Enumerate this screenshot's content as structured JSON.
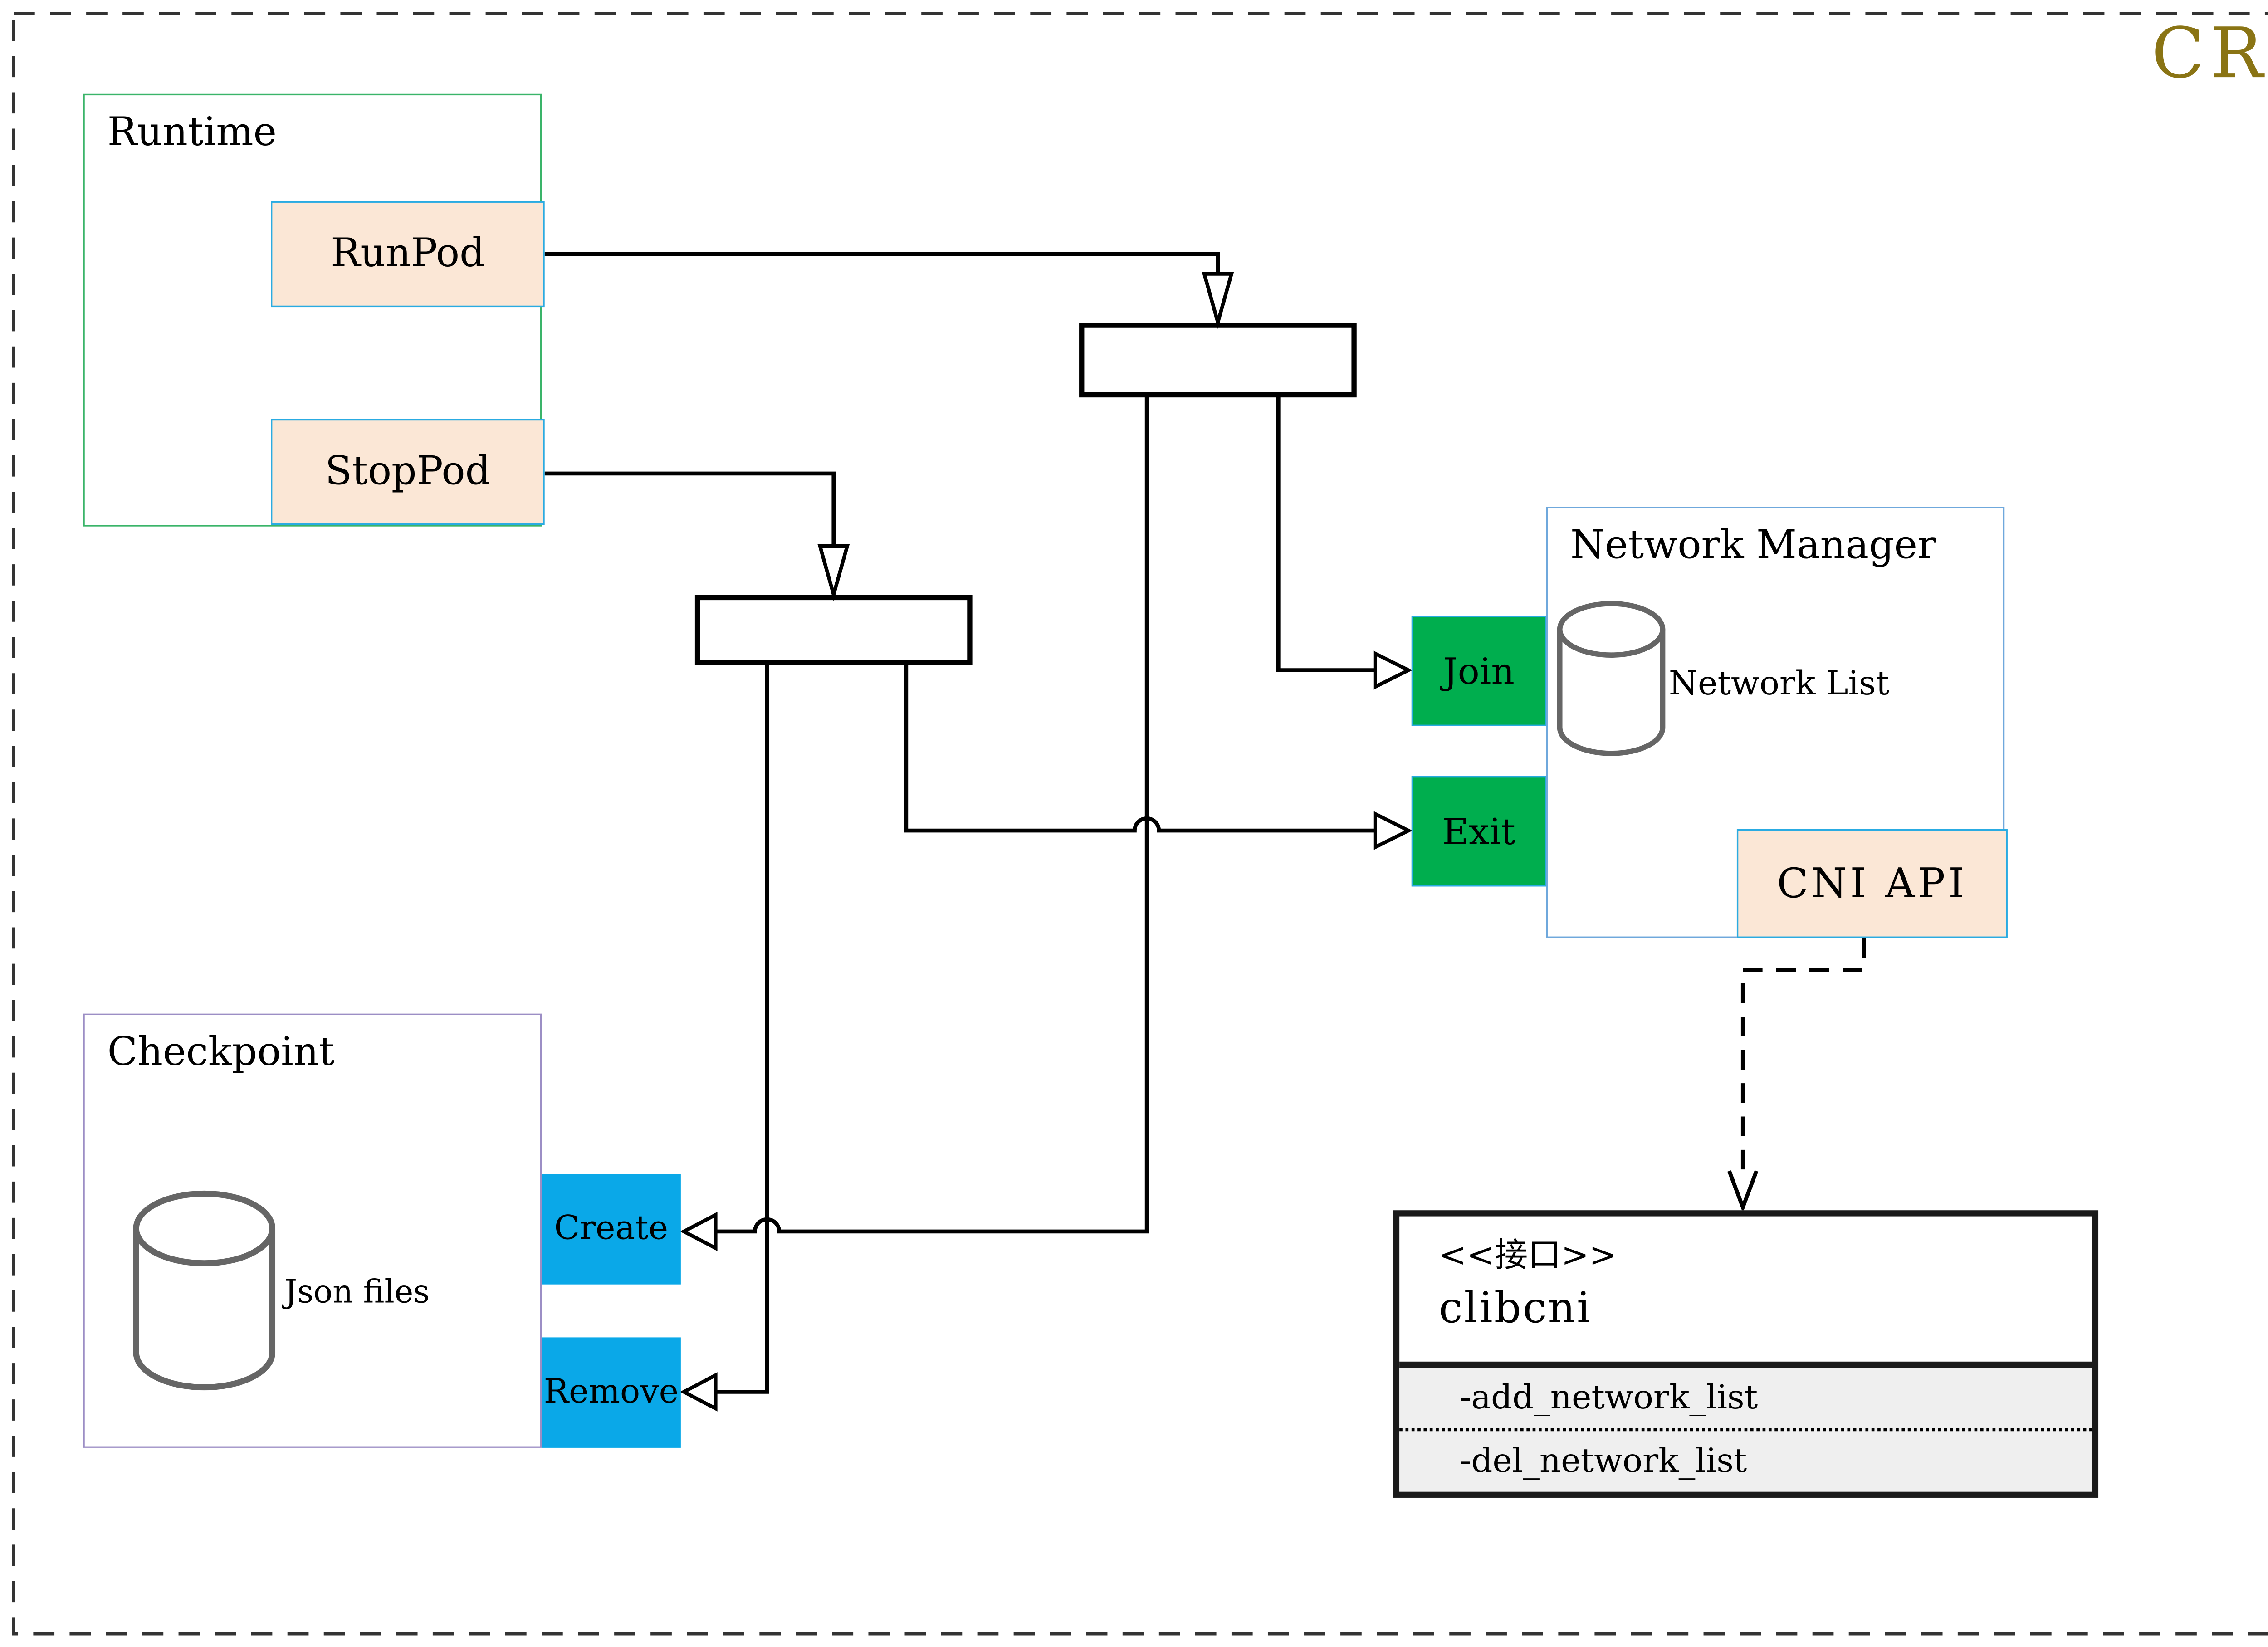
{
  "page": {
    "title": "CRI"
  },
  "colors": {
    "title_color": "#8a7414",
    "peach_fill": "#fbe7d6",
    "blue_border": "#29abe2",
    "green_fill": "#00ae4e",
    "cyan_fill": "#0aa8e8",
    "runtime_border": "#3ab469",
    "checkpoint_border": "#9c8ec5",
    "network_border": "#6fa8dc",
    "cylinder_stroke": "#666666",
    "methods_bg": "#efefef"
  },
  "runtime": {
    "title": "Runtime",
    "run_pod": "RunPod",
    "stop_pod": "StopPod"
  },
  "checkpoint": {
    "title": "Checkpoint",
    "datastore_label": "Json files",
    "create": "Create",
    "remove": "Remove"
  },
  "network_manager": {
    "title": "Network Manager",
    "datastore_label": "Network List",
    "join": "Join",
    "exit": "Exit",
    "cni_api": "CNI API"
  },
  "clibcni": {
    "stereotype": "<<接口>>",
    "name": "clibcni",
    "method_add": "-add_network_list",
    "method_del": "-del_network_list"
  }
}
